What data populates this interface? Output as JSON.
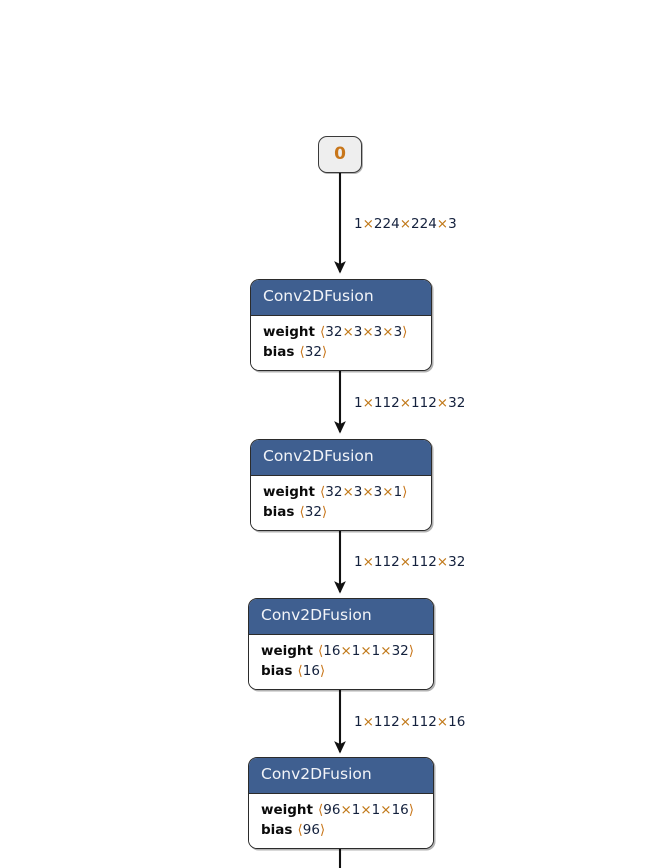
{
  "graph": {
    "background_color": "#ffffff",
    "header_color": "#3f5f90",
    "header_text_color": "#f2f4f8",
    "border_color": "#2b2b2b",
    "accent_color": "#c07818",
    "digit_color": "#14213d",
    "input_node": {
      "label": "0",
      "fill": "#eeeeee"
    },
    "nodes": [
      {
        "type": "Conv2DFusion",
        "attributes": [
          {
            "key": "weight",
            "value": "⟨32×3×3×3⟩"
          },
          {
            "key": "bias",
            "value": "⟨32⟩"
          }
        ]
      },
      {
        "type": "Conv2DFusion",
        "attributes": [
          {
            "key": "weight",
            "value": "⟨32×3×3×1⟩"
          },
          {
            "key": "bias",
            "value": "⟨32⟩"
          }
        ]
      },
      {
        "type": "Conv2DFusion",
        "attributes": [
          {
            "key": "weight",
            "value": "⟨16×1×1×32⟩"
          },
          {
            "key": "bias",
            "value": "⟨16⟩"
          }
        ]
      },
      {
        "type": "Conv2DFusion",
        "attributes": [
          {
            "key": "weight",
            "value": "⟨96×1×1×16⟩"
          },
          {
            "key": "bias",
            "value": "⟨96⟩"
          }
        ]
      }
    ],
    "edges": [
      {
        "label": "1×224×224×3"
      },
      {
        "label": "1×112×112×32"
      },
      {
        "label": "1×112×112×32"
      },
      {
        "label": "1×112×112×16"
      }
    ]
  }
}
